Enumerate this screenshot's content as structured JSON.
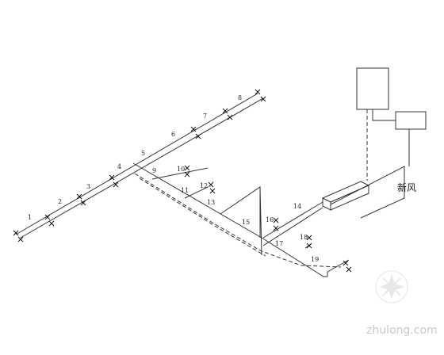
{
  "labels": {
    "n1": "1",
    "n2": "2",
    "n3": "3",
    "n4": "4",
    "n5": "5",
    "n6": "6",
    "n7": "7",
    "n8": "8",
    "n9": "9",
    "n10": "10",
    "n11": "11",
    "n12": "12",
    "n13": "13",
    "n14": "14",
    "n15": "15",
    "n16": "16",
    "n17": "17",
    "n18": "18",
    "n19": "19"
  },
  "fresh_air_label": "新风",
  "watermark": "zhulong.com"
}
